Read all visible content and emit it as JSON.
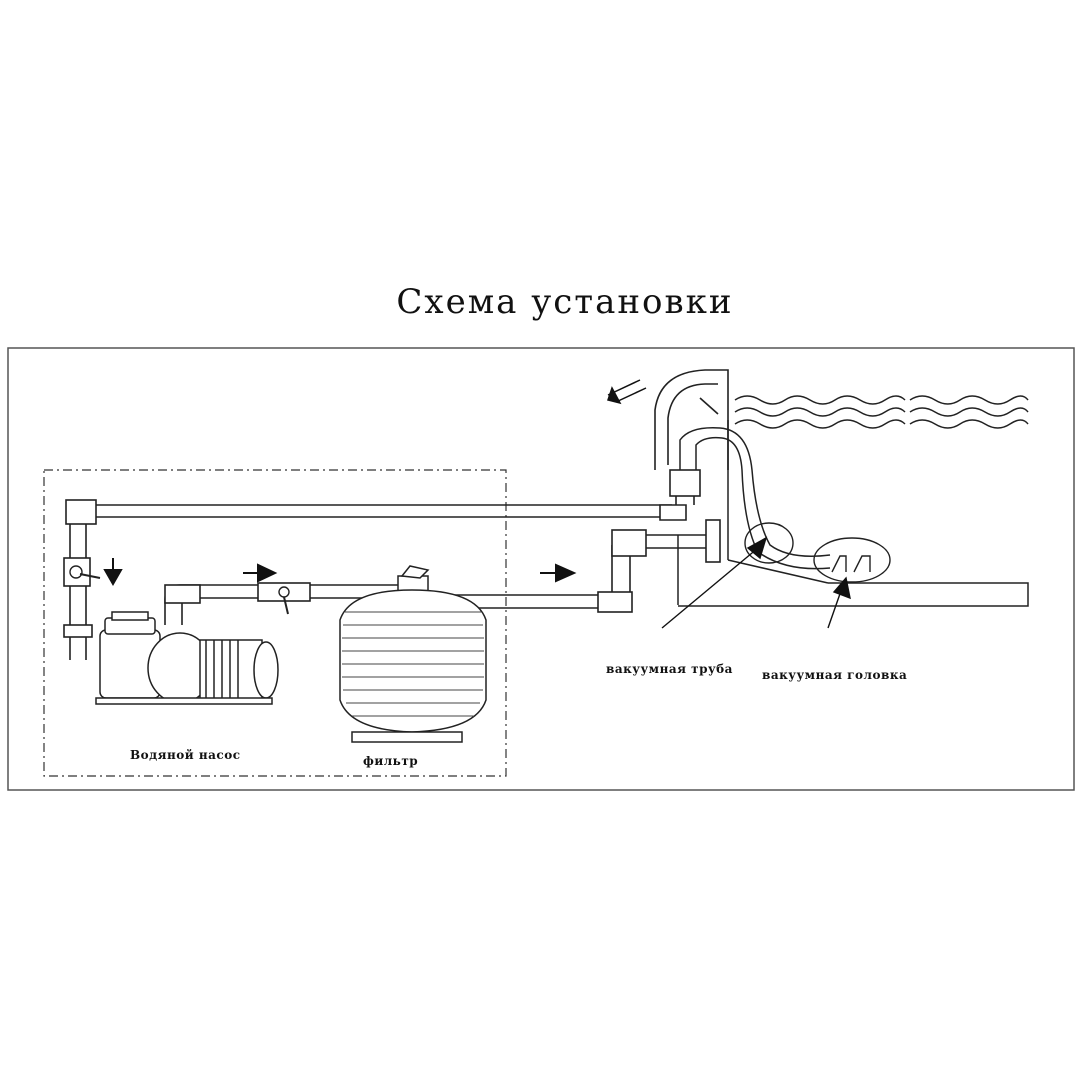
{
  "title": "Схема установки",
  "labels": {
    "pump": "Водяной насос",
    "filter": "фильтр",
    "vacuum_hose": "вакуумная труба",
    "vacuum_head": "вакуумная головка"
  },
  "icons": [
    "water-pump-icon",
    "sand-filter-icon",
    "skimmer-icon",
    "vacuum-head-icon",
    "flow-arrow-icon",
    "water-wave-icon"
  ]
}
